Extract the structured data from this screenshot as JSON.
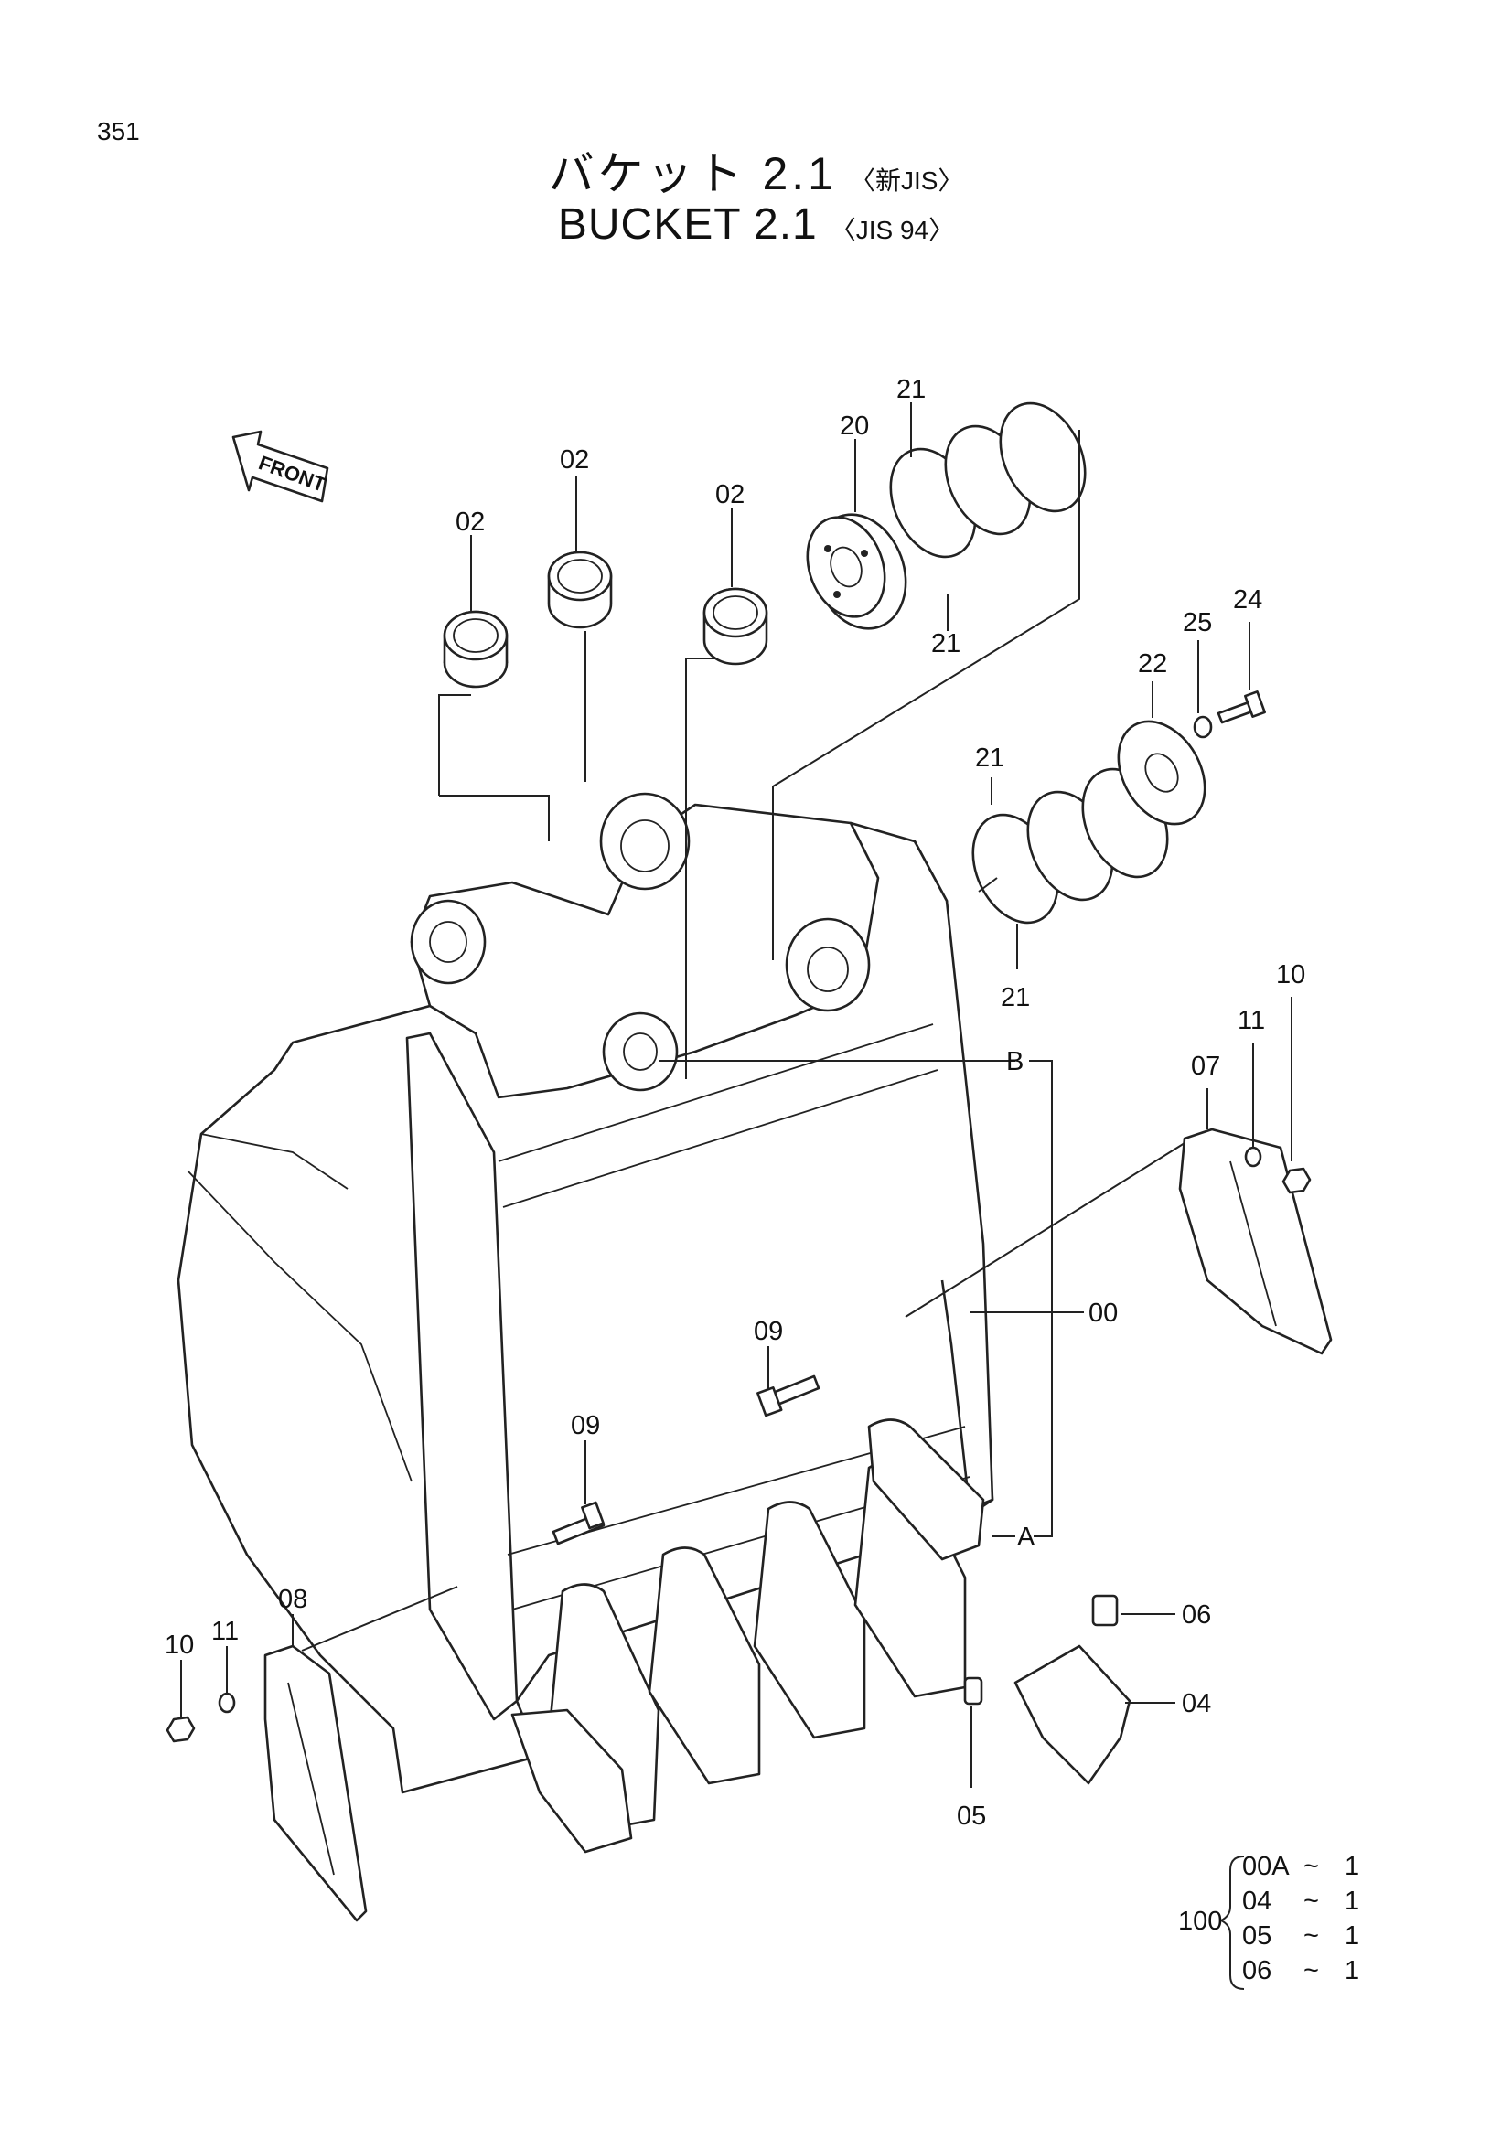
{
  "page_number": "351",
  "title_jp": "バケット 2.1",
  "title_jp_note": "〈新JIS〉",
  "title_en": "BUCKET 2.1",
  "title_en_note": "〈JIS 94〉",
  "front_arrow_label": "FRONT",
  "callouts": {
    "c02a": "02",
    "c02b": "02",
    "c02c": "02",
    "c20": "20",
    "c21a": "21",
    "c21b": "21",
    "c21c": "21",
    "c21d": "21",
    "c22": "22",
    "c24": "24",
    "c25": "25",
    "c10a": "10",
    "c11a": "11",
    "c07": "07",
    "cB": "B",
    "c00": "00",
    "c09a": "09",
    "c09b": "09",
    "cA": "A",
    "c08": "08",
    "c10b": "10",
    "c11b": "11",
    "c06": "06",
    "c04": "04",
    "c05": "05"
  },
  "kit": {
    "number": "100",
    "items": [
      {
        "part": "00A",
        "sep": "~",
        "qty": "1"
      },
      {
        "part": "04",
        "sep": "~",
        "qty": "1"
      },
      {
        "part": "05",
        "sep": "~",
        "qty": "1"
      },
      {
        "part": "06",
        "sep": "~",
        "qty": "1"
      }
    ]
  }
}
